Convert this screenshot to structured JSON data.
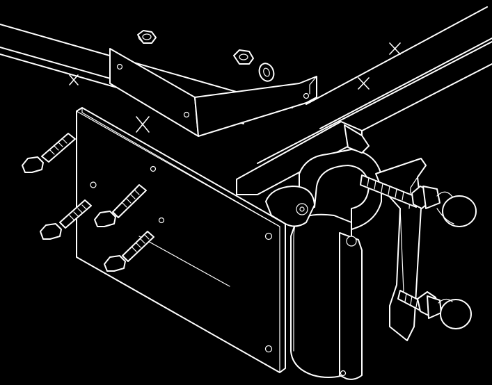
{
  "diagram": {
    "type": "exploded-assembly-line-drawing",
    "colors": {
      "background": "#000000",
      "line": "#ffffff"
    },
    "parts": [
      {
        "id": "horizontal-rail",
        "count": 2
      },
      {
        "id": "mounting-plate",
        "count": 1
      },
      {
        "id": "angle-bracket",
        "count": 1
      },
      {
        "id": "hex-bolt",
        "count": 4
      },
      {
        "id": "hex-nut",
        "count": 2
      },
      {
        "id": "flat-washer",
        "count": 1
      },
      {
        "id": "pipe-clamp",
        "count": 1
      },
      {
        "id": "wing-bolt",
        "count": 2
      }
    ]
  }
}
